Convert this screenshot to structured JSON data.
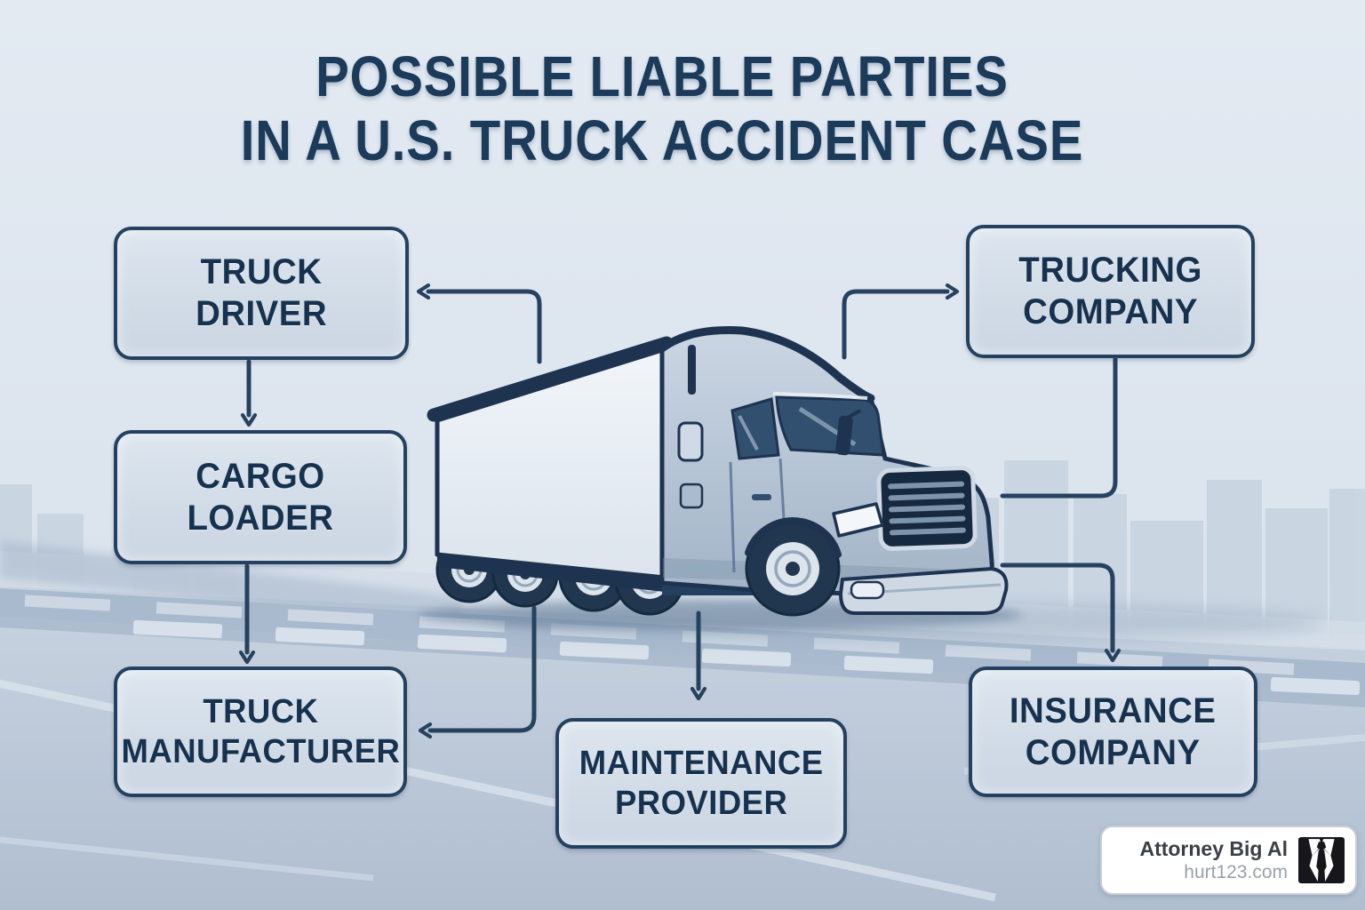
{
  "title": {
    "line1": "POSSIBLE LIABLE PARTIES",
    "line2": "IN A U.S. TRUCK ACCIDENT CASE"
  },
  "parties": [
    {
      "id": "truck-driver",
      "label": "TRUCK\nDRIVER"
    },
    {
      "id": "cargo-loader",
      "label": "CARGO\nLOADER"
    },
    {
      "id": "truck-manufacturer",
      "label": "TRUCK\nMANUFACTURER"
    },
    {
      "id": "trucking-company",
      "label": "TRUCKING\nCOMPANY"
    },
    {
      "id": "insurance-company",
      "label": "INSURANCE\nCOMPANY"
    },
    {
      "id": "maintenance-provider",
      "label": "MAINTENANCE\nPROVIDER"
    }
  ],
  "connections": [
    {
      "from": "truck",
      "to": "truck-driver",
      "arrowhead": true
    },
    {
      "from": "truck-driver",
      "to": "cargo-loader",
      "arrowhead": true
    },
    {
      "from": "cargo-loader",
      "to": "truck-manufacturer",
      "arrowhead": true
    },
    {
      "from": "truck",
      "to": "truck-manufacturer",
      "arrowhead": true
    },
    {
      "from": "truck",
      "to": "maintenance-provider",
      "arrowhead": true
    },
    {
      "from": "truck",
      "to": "trucking-company",
      "arrowhead": true
    },
    {
      "from": "trucking-company",
      "to": "truck",
      "arrowhead": false
    },
    {
      "from": "truck",
      "to": "insurance-company",
      "arrowhead": true
    }
  ],
  "illustration": {
    "subject": "semi-truck-with-trailer",
    "scene": "highway-with-guardrail-lane-dashes-and-faint-city-skyline"
  },
  "watermark": {
    "brand": "Attorney Big Al",
    "site": "hurt123.com",
    "logo": "suit-and-tie-icon"
  },
  "colors": {
    "background": "#dde5ef",
    "road": "#b7c5d6",
    "line": "#24415f",
    "box_fill": "#d3dde8",
    "box_border": "#24415f",
    "text": "#16324f",
    "title_text": "#1c3a59",
    "watermark_brand": "#3a4046",
    "watermark_muted": "#9aa1a9"
  }
}
